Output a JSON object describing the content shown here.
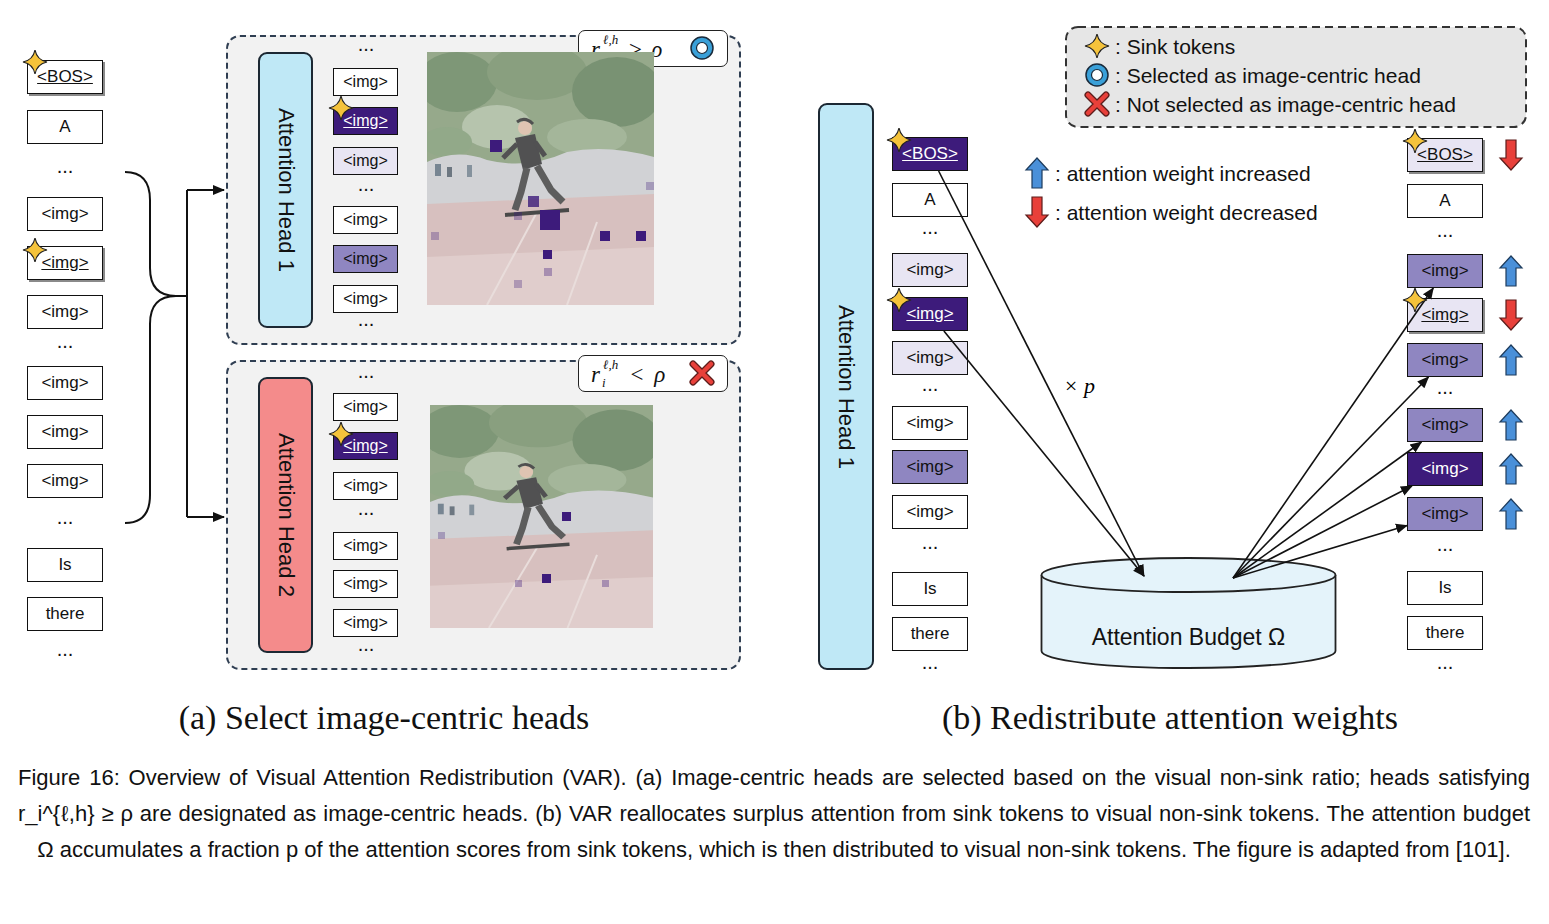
{
  "diagram": {
    "caption": "Figure 16: Overview of Visual Attention Redistribution (VAR). (a) Image-centric heads are selected based on the visual non-sink ratio; heads satisfying r_i^{ℓ,h} ≥ ρ are designated as image-centric heads. (b) VAR reallocates surplus attention from sink tokens to visual non-sink tokens. The attention budget Ω accumulates a fraction p of the attention scores from sink tokens, which is then distributed to visual non-sink tokens. The figure is adapted from [101].",
    "nodes": [
      {
        "text": [
          "<BOS>"
        ]
      },
      {
        "text": [
          "A"
        ]
      },
      {
        "text": [
          "<img>"
        ]
      },
      {
        "text": [
          "<img>"
        ]
      },
      {
        "text": [
          "<img>"
        ]
      },
      {
        "text": [
          "<img>"
        ]
      },
      {
        "text": [
          "<img>"
        ]
      },
      {
        "text": [
          "<img>"
        ]
      },
      {
        "text": [
          "Is"
        ]
      },
      {
        "text": [
          "there"
        ]
      },
      {
        "text": []
      },
      {
        "text": [
          "r",
          "ℓ,h",
          "i",
          "≥ ρ"
        ],
        "in": 10
      },
      {
        "text": [
          "Attention Head 1"
        ],
        "in": 10
      },
      {
        "text": [
          "<img>"
        ],
        "in": 10
      },
      {
        "text": [
          "<img>"
        ],
        "in": 10
      },
      {
        "text": [
          "<img>"
        ],
        "in": 10
      },
      {
        "text": [
          "<img>"
        ],
        "in": 10
      },
      {
        "text": [
          "<img>"
        ],
        "in": 10
      },
      {
        "text": [
          "<img>"
        ],
        "in": 10
      },
      {
        "text": []
      },
      {
        "text": [
          "r",
          "ℓ,h",
          "i",
          "< ρ"
        ],
        "in": 19
      },
      {
        "text": [
          "Attention Head 2"
        ],
        "in": 19
      },
      {
        "text": [
          "<img>"
        ],
        "in": 19
      },
      {
        "text": [
          "<img>"
        ],
        "in": 19
      },
      {
        "text": [
          "<img>"
        ],
        "in": 19
      },
      {
        "text": [
          "<img>"
        ],
        "in": 19
      },
      {
        "text": [
          "<img>"
        ],
        "in": 19
      },
      {
        "text": [
          "<img>"
        ],
        "in": 19
      },
      {
        "text": [
          "Attention Head 1"
        ]
      },
      {
        "text": [
          "<BOS>"
        ]
      },
      {
        "text": [
          "A"
        ]
      },
      {
        "text": [
          "<img>"
        ]
      },
      {
        "text": [
          "<img>"
        ]
      },
      {
        "text": [
          "<img>"
        ]
      },
      {
        "text": [
          "<img>"
        ]
      },
      {
        "text": [
          "<img>"
        ]
      },
      {
        "text": [
          "<img>"
        ]
      },
      {
        "text": [
          "Is"
        ]
      },
      {
        "text": [
          "there"
        ]
      },
      {
        "text": [
          "Attention Budget Ω"
        ]
      },
      {
        "text": [
          "<BOS>"
        ]
      },
      {
        "text": [
          "A"
        ]
      },
      {
        "text": [
          "<img>"
        ]
      },
      {
        "text": [
          "<img>"
        ]
      },
      {
        "text": [
          "<img>"
        ]
      },
      {
        "text": [
          "<img>"
        ]
      },
      {
        "text": [
          "<img>"
        ]
      },
      {
        "text": [
          "<img>"
        ]
      },
      {
        "text": [
          "Is"
        ]
      },
      {
        "text": [
          "there"
        ]
      }
    ],
    "edges": [
      {
        "from": 29,
        "to": 39,
        "arrow": "to",
        "label": "× p"
      },
      {
        "from": 32,
        "to": 39,
        "arrow": "to"
      },
      {
        "from": 39,
        "to": 42,
        "arrow": "to"
      },
      {
        "from": 39,
        "to": 44,
        "arrow": "to"
      },
      {
        "from": 39,
        "to": 45,
        "arrow": "to"
      },
      {
        "from": 39,
        "to": 46,
        "arrow": "to"
      },
      {
        "from": 39,
        "to": 47,
        "arrow": "to"
      }
    ],
    "labels": [
      "...",
      "...",
      "...",
      "...",
      "...",
      "...",
      "...",
      "...",
      "...",
      "...",
      "...",
      "...",
      "...",
      "...",
      "...",
      "...",
      "...",
      "...",
      "(a) Select image-centric heads",
      "(b) Redistribute attention weights"
    ],
    "legend": [
      {
        "text": ": Sink tokens"
      },
      {
        "text": ": Selected as image-centric head"
      },
      {
        "text": ": Not selected as image-centric head"
      },
      {
        "text": ": attention weight increased"
      },
      {
        "text": ": attention weight decreased"
      }
    ]
  }
}
